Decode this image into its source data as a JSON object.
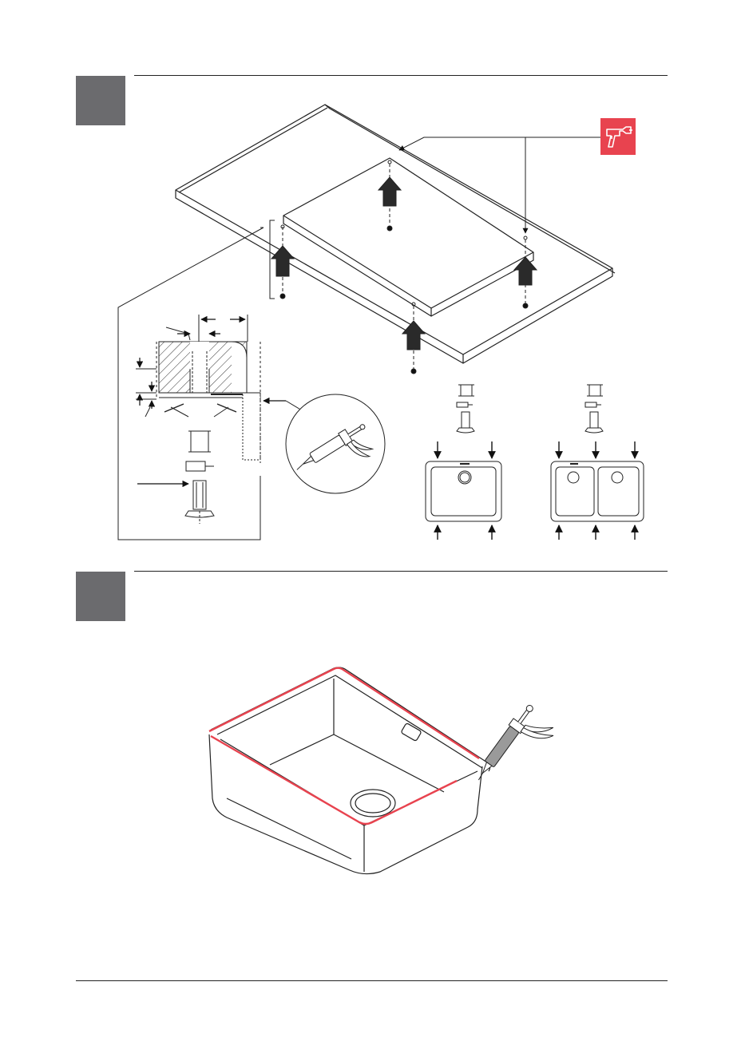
{
  "steps": [
    {
      "id": "step-a",
      "label": ""
    },
    {
      "id": "step-b",
      "label": ""
    }
  ],
  "icons": {
    "drill": "drill-icon",
    "sealant": "sealant-gun-icon",
    "arrow_up": "arrow-up-icon",
    "arrow_down": "arrow-down-icon"
  },
  "colors": {
    "step_box": "#6b6b6e",
    "drill_badge": "#e8434f",
    "sealant_line": "#e8434f",
    "line": "#222222"
  },
  "diagram": {
    "sink_types": [
      "single-bowl",
      "double-bowl"
    ],
    "fastener_points_single": 4,
    "fastener_points_double": 6
  }
}
